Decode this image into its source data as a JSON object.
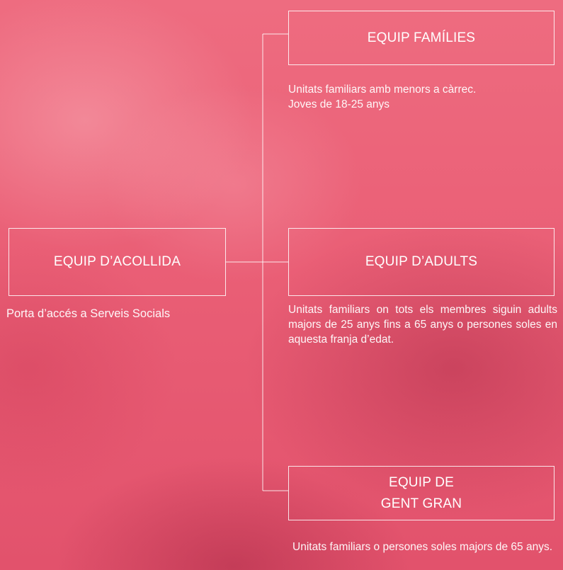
{
  "root": {
    "title": "EQUIP D’ACOLLIDA",
    "description": "Porta d’accés a Serveis Socials"
  },
  "teams": [
    {
      "title_lines": [
        "EQUIP FAMÍLIES"
      ],
      "description_lines": [
        "Unitats familiars amb menors a càrrec.",
        "Joves de 18-25 anys"
      ]
    },
    {
      "title_lines": [
        "EQUIP D’ADULTS"
      ],
      "description": "Unitats familiars on tots els membres siguin adults majors de 25 anys fins a 65 anys o persones soles en aquesta franja d’edat."
    },
    {
      "title_lines": [
        "EQUIP DE",
        "GENT GRAN"
      ],
      "description": "Unitats familiars o persones soles majors de 65 anys."
    }
  ],
  "colors": {
    "background": "#e95a72",
    "line": "#ffffff"
  }
}
